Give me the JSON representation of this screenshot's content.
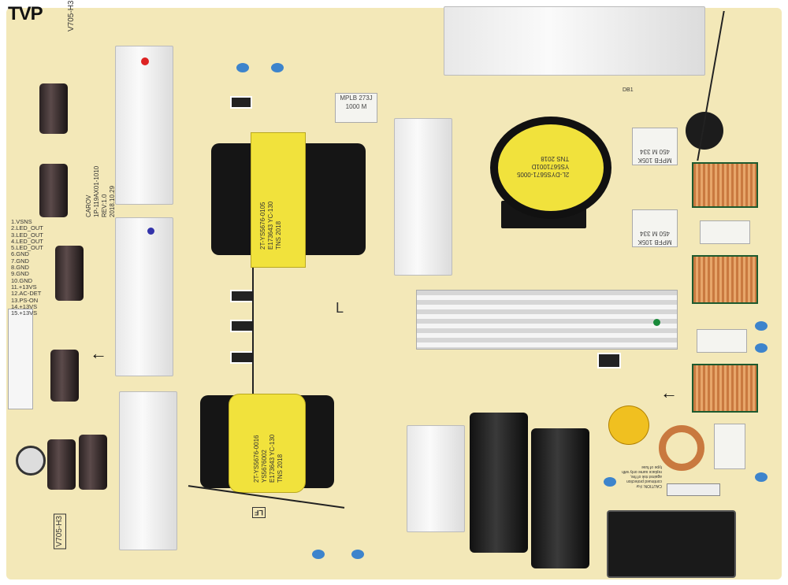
{
  "logo": "TVP",
  "board": {
    "model": "V705-H3",
    "model_bottom": "V705-H3",
    "part_info": [
      "CAROV",
      "1P-119AX01-1010",
      "REV:1.0",
      "2018.10.29"
    ],
    "connector_pins": [
      "1.VSNS",
      "2.LED_OUT",
      "3.LED_OUT",
      "4.LED_OUT",
      "5.LED_OUT",
      "6.GND",
      "7.GND",
      "8.GND",
      "9.GND",
      "10.GND",
      "11.+13VS",
      "12.AC-DET",
      "13.PS-ON",
      "14.+13VS",
      "15.+13VS"
    ],
    "transformer_main": [
      "2T-YS5676-0105",
      "E173643 YC-130",
      "TNS 2018"
    ],
    "transformer_lower": [
      "2T-YS5676-0016",
      "YS5676002",
      "E173643 YC-130",
      "TNS 2018"
    ],
    "transformer_right": [
      "2L-DYS5671-0005",
      "YS5671001D",
      "TNS 2018"
    ],
    "film_cap_top": [
      "MPLB 273J",
      "1000 M"
    ],
    "film_cap_right1": [
      "MPFB 105K",
      "450 M 334"
    ],
    "film_cap_right2": [
      "MPFB 105K",
      "450 M 334"
    ],
    "marks": {
      "lf": "LF",
      "l": "L",
      "db1": "DB1",
      "caution": "CAUTION: For continued protection against risk of fire, replace same only with type of fuse"
    },
    "colors": {
      "pcb": "#f3e8b8",
      "heatsink": "#e8e8e8",
      "transformer_tape": "#f1e23c"
    }
  }
}
